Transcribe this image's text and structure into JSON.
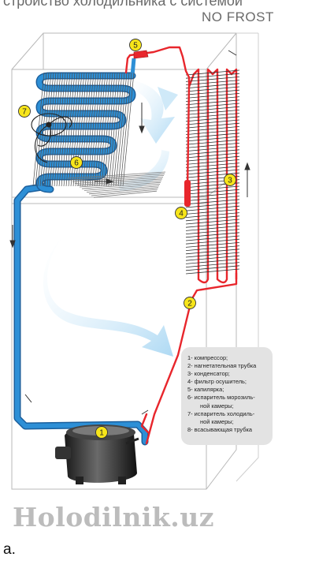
{
  "title": {
    "line1": "стройство холодильника с системой",
    "line2": "NO FROST"
  },
  "markers": [
    "1",
    "2",
    "3",
    "4",
    "5",
    "6",
    "7"
  ],
  "legend": [
    {
      "text": "1- компрессор;",
      "indent": false
    },
    {
      "text": "2- нагнетательная трубка",
      "indent": false
    },
    {
      "text": "3- конденсатор;",
      "indent": false
    },
    {
      "text": "4- фильтр осушитель;",
      "indent": false
    },
    {
      "text": "5- капилярка;",
      "indent": false
    },
    {
      "text": "6- испаритель морозиль-",
      "indent": false
    },
    {
      "text": "ной камеры;",
      "indent": true
    },
    {
      "text": "7- испаритель холодиль-",
      "indent": false
    },
    {
      "text": "ной камеры;",
      "indent": true
    },
    {
      "text": "8- всасывающая трубка",
      "indent": false
    }
  ],
  "watermark": "Holodilnik.uz",
  "caption": "a.",
  "colors": {
    "hot_pipe": "#e8262c",
    "cold_pipe": "#2d8fd6",
    "cold_pipe_dark": "#1b5f9c",
    "marker_fill": "#f7e51a",
    "airflow": "#bfe2f6",
    "cabinet_line": "#b8b8b8"
  }
}
